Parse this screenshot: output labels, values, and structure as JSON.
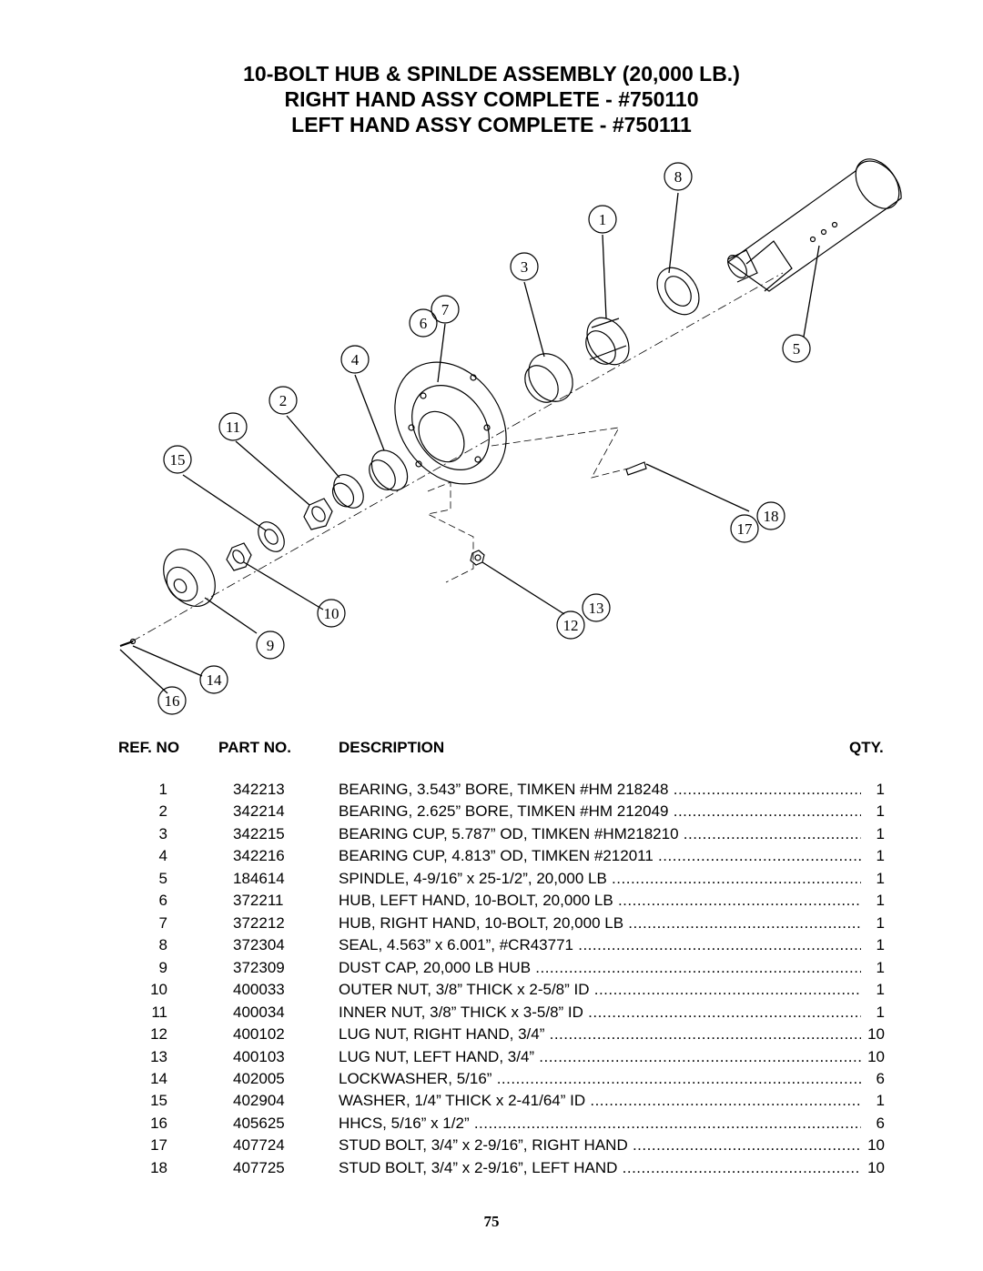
{
  "title": {
    "line1": "10-BOLT HUB & SPINLDE ASSEMBLY (20,000 LB.)",
    "line2": "RIGHT HAND ASSY COMPLETE - #750110",
    "line3": "LEFT HAND ASSY COMPLETE - #750111"
  },
  "callouts": [
    "8",
    "1",
    "3",
    "7",
    "6",
    "5",
    "4",
    "2",
    "11",
    "15",
    "18",
    "17",
    "13",
    "12",
    "10",
    "9",
    "14",
    "16"
  ],
  "table": {
    "headers": {
      "ref": "REF. NO",
      "part": "PART NO.",
      "desc": "DESCRIPTION",
      "qty": "QTY."
    },
    "rows": [
      {
        "ref": "1",
        "part": "342213",
        "desc": "BEARING, 3.543” BORE, TIMKEN #HM 218248",
        "qty": "1"
      },
      {
        "ref": "2",
        "part": "342214",
        "desc": "BEARING, 2.625” BORE, TIMKEN #HM 212049",
        "qty": "1"
      },
      {
        "ref": "3",
        "part": "342215",
        "desc": "BEARING CUP, 5.787” OD, TIMKEN #HM218210",
        "qty": "1"
      },
      {
        "ref": "4",
        "part": "342216",
        "desc": "BEARING CUP, 4.813” OD, TIMKEN #212011",
        "qty": "1"
      },
      {
        "ref": "5",
        "part": "184614",
        "desc": "SPINDLE, 4-9/16” x 25-1/2”, 20,000 LB",
        "qty": "1"
      },
      {
        "ref": "6",
        "part": "372211",
        "desc": "HUB, LEFT HAND, 10-BOLT, 20,000 LB",
        "qty": "1"
      },
      {
        "ref": "7",
        "part": "372212",
        "desc": "HUB, RIGHT HAND, 10-BOLT, 20,000 LB",
        "qty": "1"
      },
      {
        "ref": "8",
        "part": "372304",
        "desc": "SEAL, 4.563” x 6.001”, #CR43771",
        "qty": "1"
      },
      {
        "ref": "9",
        "part": "372309",
        "desc": "DUST CAP, 20,000 LB HUB",
        "qty": "1"
      },
      {
        "ref": "10",
        "part": "400033",
        "desc": "OUTER NUT, 3/8” THICK x 2-5/8” ID",
        "qty": "1"
      },
      {
        "ref": "11",
        "part": "400034",
        "desc": "INNER NUT, 3/8” THICK x 3-5/8” ID",
        "qty": "1"
      },
      {
        "ref": "12",
        "part": "400102",
        "desc": "LUG NUT, RIGHT HAND, 3/4”",
        "qty": "10"
      },
      {
        "ref": "13",
        "part": "400103",
        "desc": "LUG NUT, LEFT HAND, 3/4”",
        "qty": "10"
      },
      {
        "ref": "14",
        "part": "402005",
        "desc": "LOCKWASHER, 5/16”",
        "qty": "6"
      },
      {
        "ref": "15",
        "part": "402904",
        "desc": "WASHER, 1/4” THICK x 2-41/64” ID",
        "qty": "1"
      },
      {
        "ref": "16",
        "part": "405625",
        "desc": "HHCS, 5/16” x 1/2”",
        "qty": "6"
      },
      {
        "ref": "17",
        "part": "407724",
        "desc": "STUD BOLT, 3/4” x 2-9/16”, RIGHT HAND",
        "qty": "10"
      },
      {
        "ref": "18",
        "part": "407725",
        "desc": "STUD BOLT, 3/4” x 2-9/16”, LEFT HAND",
        "qty": "10"
      }
    ]
  },
  "page_number": "75"
}
